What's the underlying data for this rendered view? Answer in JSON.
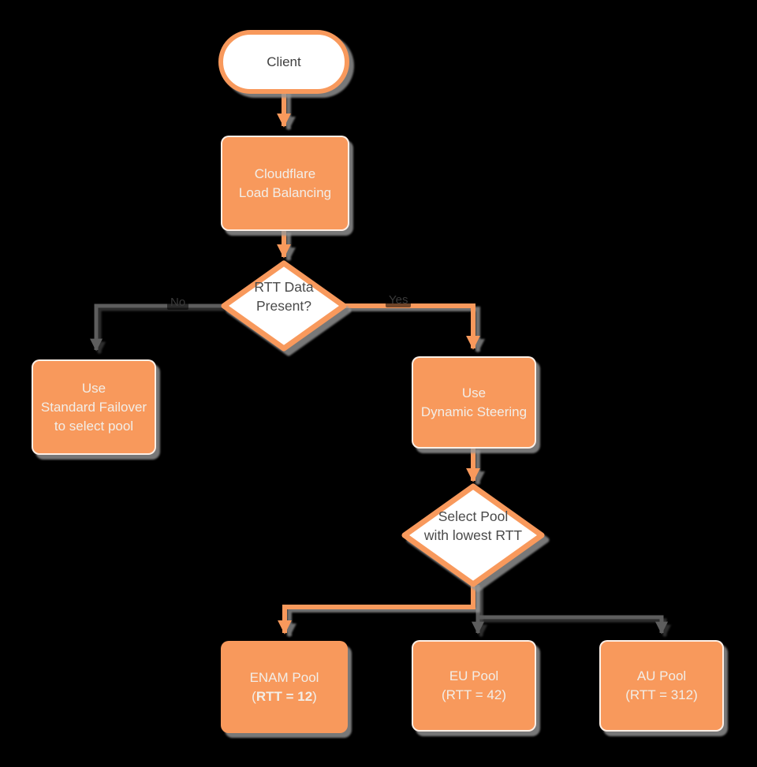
{
  "diagram": {
    "description": "Cloudflare Load Balancing dynamic steering flowchart",
    "background": "#000000"
  },
  "colors": {
    "node_fill_orange": "#F8995C",
    "node_border_orange": "#F8995C",
    "node_fill_white": "#FFFFFF",
    "node_text_light": "#F2EEE8",
    "node_text_dark": "#4A4A4A",
    "connector_orange": "#F8995C",
    "connector_gray": "#5D5D5D",
    "shadow_gray": "#969696"
  },
  "nodes": {
    "client": {
      "label": "Client"
    },
    "load_balancing": {
      "line1": "Cloudflare",
      "line2": "Load Balancing"
    },
    "rtt_decision": {
      "line1": "RTT Data",
      "line2": "Present?"
    },
    "standard_failover": {
      "line1": "Use",
      "line2": "Standard Failover",
      "line3": "to select pool"
    },
    "dynamic_steering": {
      "line1": "Use",
      "line2": "Dynamic Steering"
    },
    "select_pool": {
      "line1": "Select Pool",
      "line2": "with lowest RTT"
    },
    "enam_pool": {
      "title": "ENAM Pool",
      "rtt_open": "(",
      "rtt_value": "RTT = 12",
      "rtt_close": ")"
    },
    "eu_pool": {
      "title": "EU Pool",
      "rtt": "(RTT = 42)"
    },
    "au_pool": {
      "title": "AU Pool",
      "rtt": "(RTT = 312)"
    }
  },
  "edges": {
    "no_label": "No",
    "yes_label": "Yes"
  }
}
